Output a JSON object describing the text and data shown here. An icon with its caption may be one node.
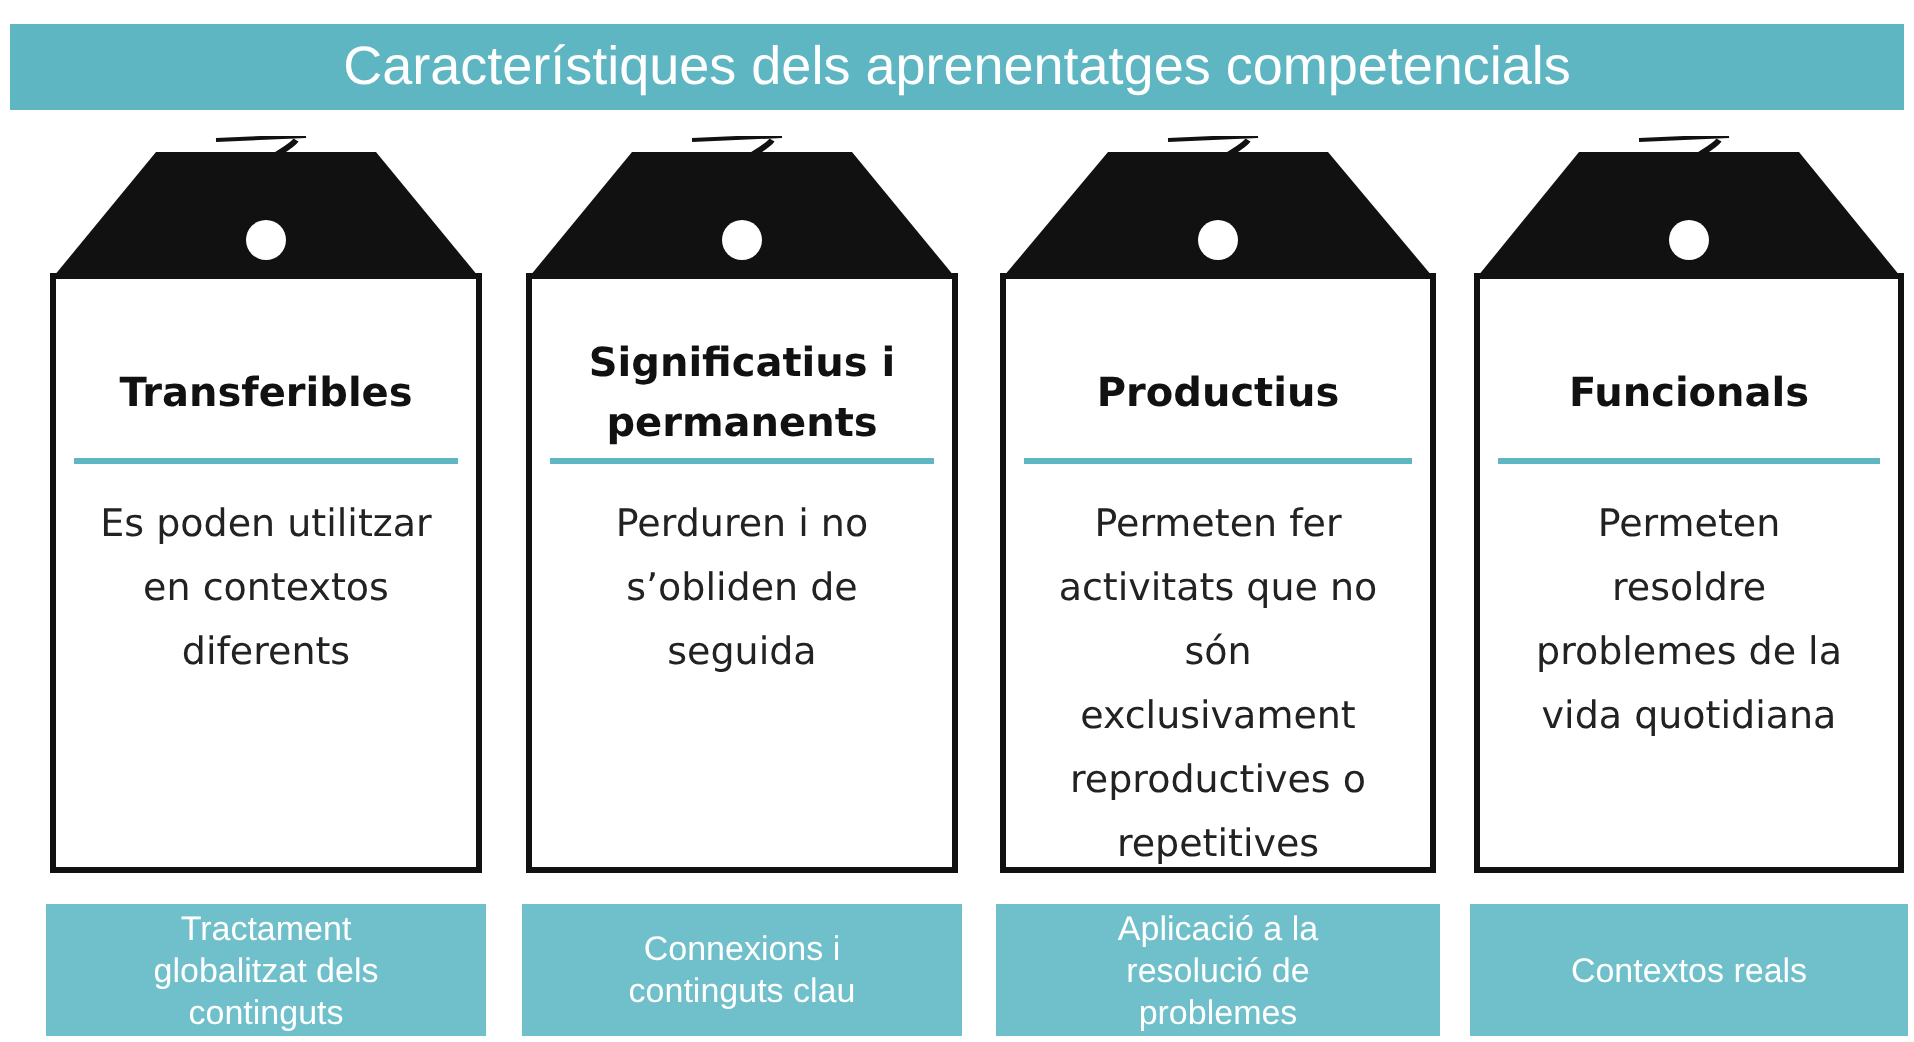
{
  "diagram": {
    "title": "Característiques dels aprenentatges competencials",
    "nodes": [
      {
        "text": [
          "Transferibles",
          "Es poden utilitzar en contextos diferents"
        ]
      },
      {
        "text": [
          "Significatius i permanents",
          "Perduren i no s’obliden de seguida"
        ]
      },
      {
        "text": [
          "Productius",
          "Permeten fer activitats que no són exclusivament reproductives o repetitives"
        ]
      },
      {
        "text": [
          "Funcionals",
          "Permeten resoldre problemes de la vida quotidiana"
        ]
      },
      {
        "text": [
          "Tractament globalitzat dels continguts"
        ]
      },
      {
        "text": [
          "Connexions i continguts clau"
        ]
      },
      {
        "text": [
          "Aplicació a la resolució de problemes"
        ]
      },
      {
        "text": [
          "Contextos reals"
        ]
      }
    ]
  }
}
